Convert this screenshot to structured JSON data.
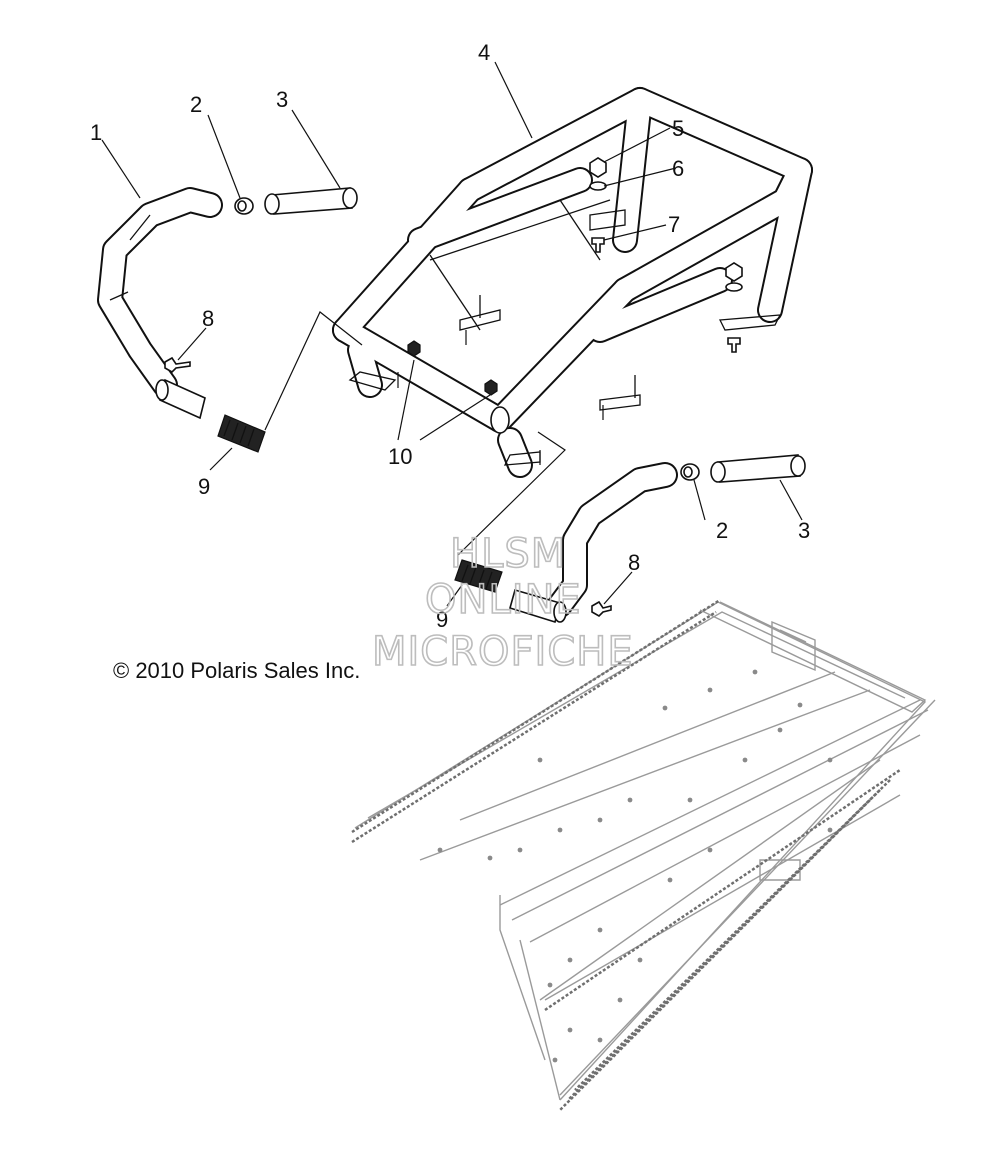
{
  "diagram": {
    "copyright": "© 2010 Polaris Sales Inc.",
    "watermark": [
      "HLSM",
      "ONLINE",
      "MICROFICHE"
    ],
    "callouts": [
      "1",
      "2",
      "3",
      "4",
      "5",
      "6",
      "7",
      "8",
      "9",
      "10",
      "2",
      "3",
      "8",
      "9"
    ]
  }
}
